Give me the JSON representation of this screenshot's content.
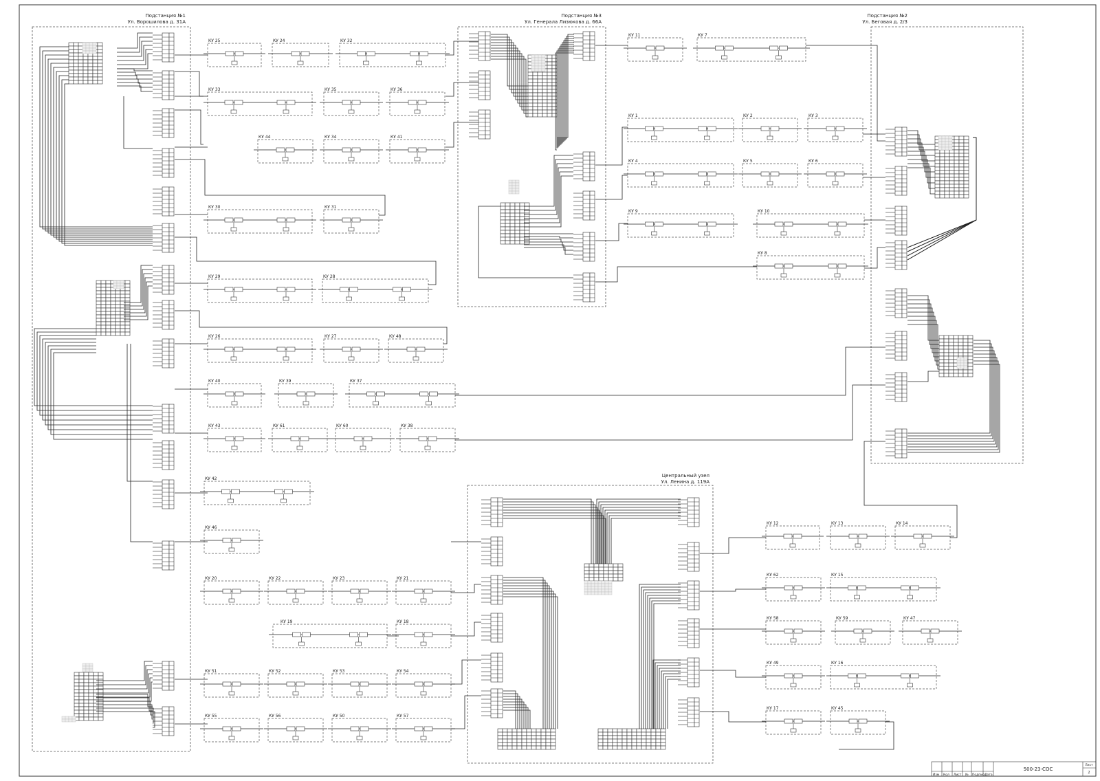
{
  "zones": [
    {
      "id": "ps1",
      "title": "Подстанция №1",
      "address": "Ул. Ворошилова д. 31А"
    },
    {
      "id": "ps3",
      "title": "Подстанция №3",
      "address": "Ул. Генерала Лизюкова д. 66А"
    },
    {
      "id": "ps2",
      "title": "Подстанция №2",
      "address": "Ул. Беговая д. 2/3"
    },
    {
      "id": "cu",
      "title": "Центральный узел",
      "address": "Ул. Ленина д. 119А"
    }
  ],
  "ku_groups": [
    {
      "labels": [
        "КУ 25",
        "КУ 24",
        "КУ 32"
      ]
    },
    {
      "labels": [
        "КУ 33",
        "КУ 35",
        "КУ 36"
      ]
    },
    {
      "labels": [
        "КУ 44",
        "КУ 34",
        "КУ 41"
      ]
    },
    {
      "labels": [
        "КУ 30",
        "КУ 31"
      ]
    },
    {
      "labels": [
        "КУ 29",
        "КУ 28"
      ]
    },
    {
      "labels": [
        "КУ 26",
        "КУ 27",
        "КУ 48"
      ]
    },
    {
      "labels": [
        "КУ 40",
        "КУ 39",
        "КУ 37"
      ]
    },
    {
      "labels": [
        "КУ 43",
        "КУ 61",
        "КУ 60",
        "КУ 38"
      ]
    },
    {
      "labels": [
        "КУ 42"
      ]
    },
    {
      "labels": [
        "КУ 46"
      ]
    },
    {
      "labels": [
        "КУ 20",
        "КУ 22",
        "КУ 23",
        "КУ 21"
      ]
    },
    {
      "labels": [
        "КУ 19",
        "КУ 18"
      ]
    },
    {
      "labels": [
        "КУ 51",
        "КУ 52",
        "КУ 53",
        "КУ 54"
      ]
    },
    {
      "labels": [
        "КУ 55",
        "КУ 56",
        "КУ 50",
        "КУ 57"
      ]
    },
    {
      "labels": [
        "КУ 11",
        "КУ 7"
      ]
    },
    {
      "labels": [
        "КУ 1",
        "КУ 2",
        "КУ 3"
      ]
    },
    {
      "labels": [
        "КУ 4",
        "КУ 5",
        "КУ 6"
      ]
    },
    {
      "labels": [
        "КУ 9",
        "КУ 10"
      ]
    },
    {
      "labels": [
        "КУ 8"
      ]
    },
    {
      "labels": [
        "КУ 12",
        "КУ 13",
        "КУ 14"
      ]
    },
    {
      "labels": [
        "КУ 62",
        "КУ 15"
      ]
    },
    {
      "labels": [
        "КУ 58",
        "КУ 59",
        "КУ 47"
      ]
    },
    {
      "labels": [
        "КУ 49",
        "КУ 16"
      ]
    },
    {
      "labels": [
        "КУ 17",
        "КУ 45"
      ]
    }
  ],
  "title_block": {
    "code": "500-23-СОС",
    "cols": [
      "Изм",
      "Кол",
      "Лист",
      "№",
      "Подпись",
      "Дата"
    ],
    "sheet_label": "Лист",
    "sheet_no": "2"
  }
}
